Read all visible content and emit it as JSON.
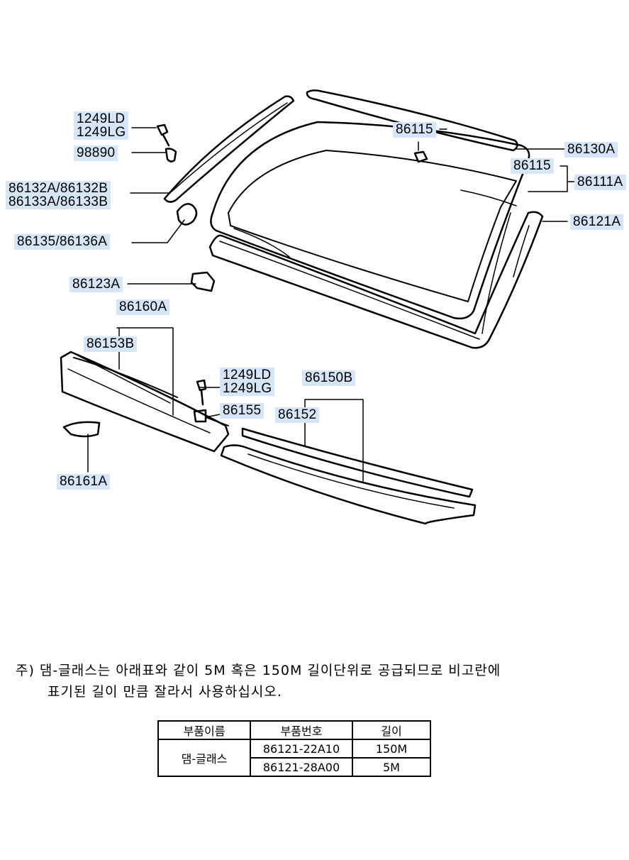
{
  "callouts": {
    "c1249ld_top": "1249LD",
    "c1249lg_top": "1249LG",
    "c98890": "98890",
    "c86132": "86132A/86132B",
    "c86133": "86133A/86133B",
    "c86135": "86135/86136A",
    "c86123a": "86123A",
    "c86160a": "86160A",
    "c86153b": "86153B",
    "c1249ld_mid": "1249LD",
    "c1249lg_mid": "1249LG",
    "c86155": "86155",
    "c86161a": "86161A",
    "c86115_top": "86115",
    "c86130a": "86130A",
    "c86115_right": "86115",
    "c86111a": "86111A",
    "c86121a": "86121A",
    "c86150b": "86150B",
    "c86152": "86152"
  },
  "note": {
    "line1": "주) 댐-글래스는 아래표와 같이 5M 혹은 150M 길이단위로 공급되므로 비고란에",
    "line2": "표기된 길이 만큼 잘라서 사용하십시오."
  },
  "table": {
    "headers": [
      "부품이름",
      "부품번호",
      "길이"
    ],
    "part_name": "댐-글래스",
    "rows": [
      {
        "part_no": "86121-22A10",
        "length": "150M"
      },
      {
        "part_no": "86121-28A00",
        "length": "5M"
      }
    ]
  }
}
